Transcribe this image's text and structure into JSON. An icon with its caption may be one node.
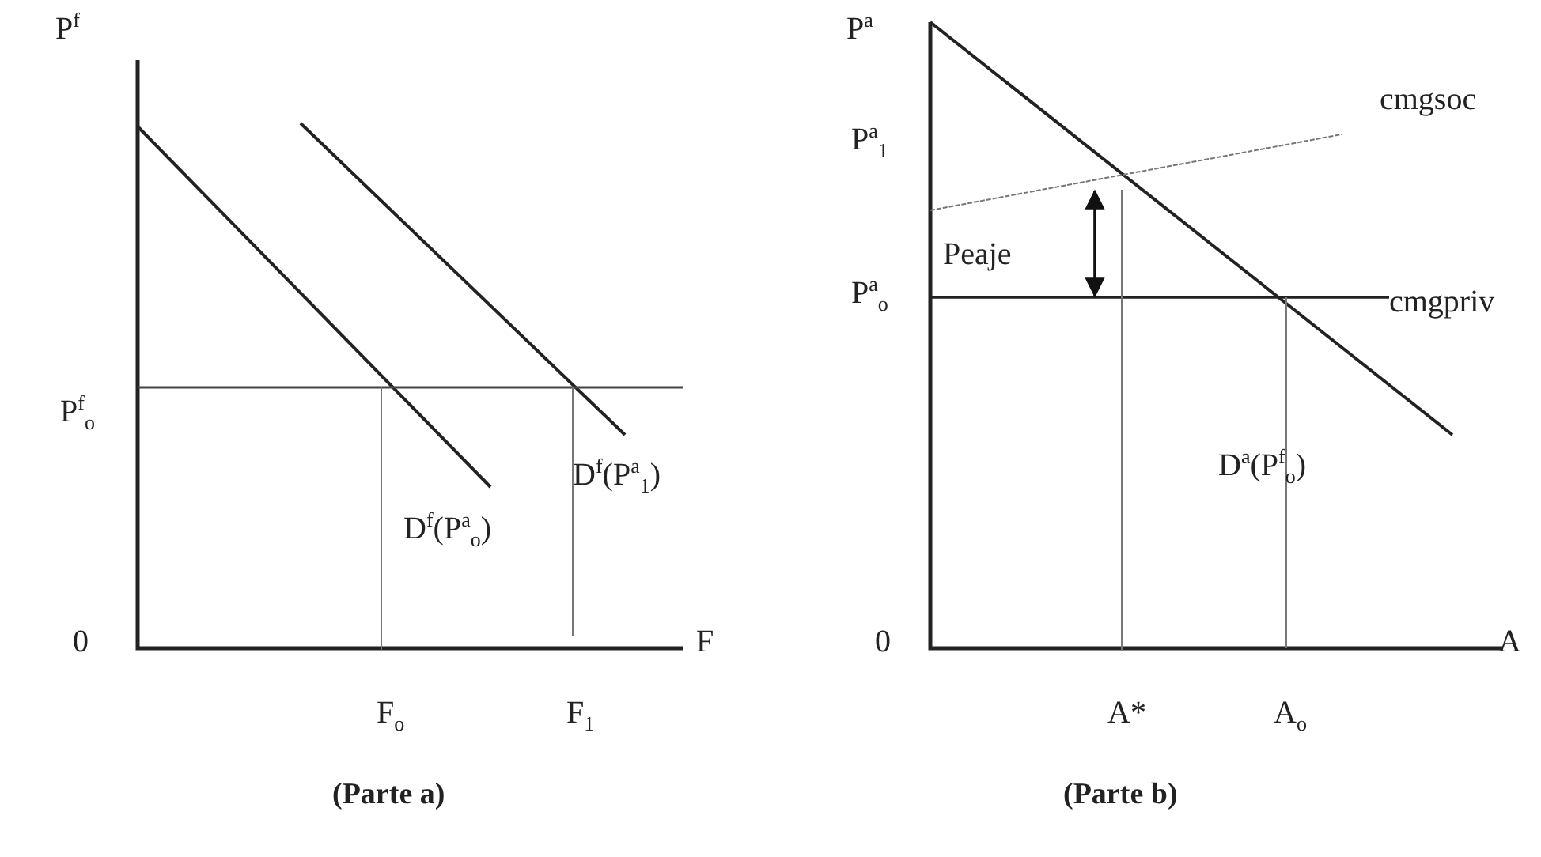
{
  "diagram": {
    "labels": [
      "P$^{f}$",
      "P$^{f}$$_{o}$",
      "D$^{f}$(P$^{a}$$_{1}$)",
      "D$^{f}$(P$^{a}$$_{o}$)",
      "0",
      "F",
      "F$_{o}$",
      "F$_{1}$",
      "(Parte a)",
      "P$^{a}$",
      "cmgsoc",
      "P$^{a}$$_{1}$",
      "Peaje",
      "P$^{a}$$_{o}$",
      "cmgpriv",
      "D$^{a}$(P$^{f}$$_{o}$)",
      "0",
      "A",
      "A*",
      "A$_{o}$",
      "(Parte b)"
    ]
  }
}
